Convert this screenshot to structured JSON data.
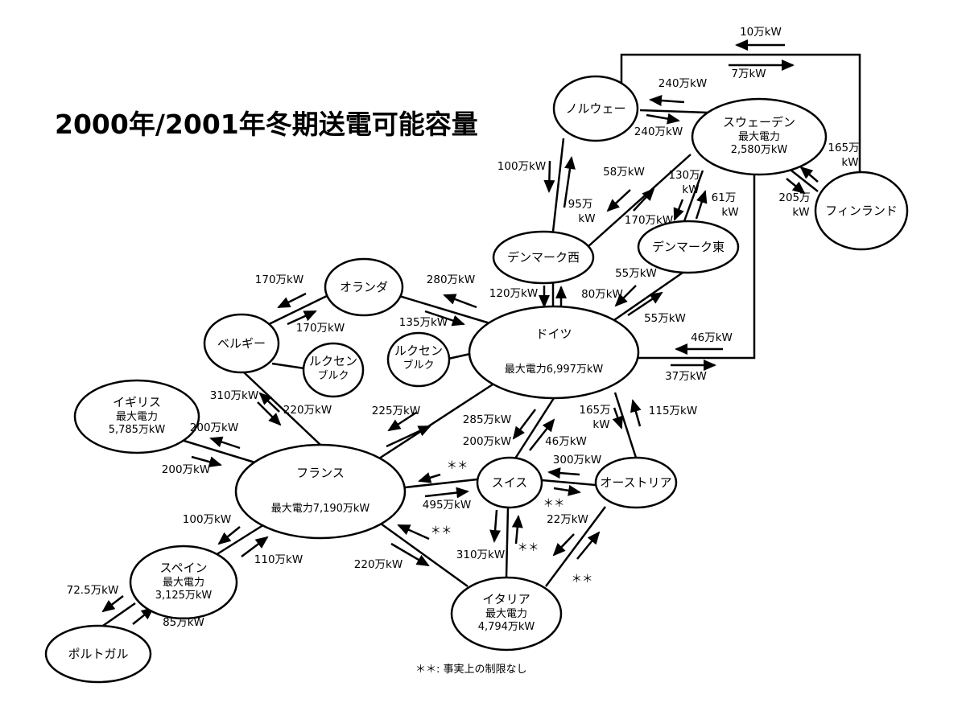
{
  "title": "2000年/2001年冬期送電可能容量",
  "footnote": "＊＊: 事実上の制限なし",
  "nodes": [
    {
      "id": "norway",
      "name": "ノルウェー",
      "sub": []
    },
    {
      "id": "sweden",
      "name": "スウェーデン",
      "sub": [
        "最大電力",
        "2,580万kW"
      ]
    },
    {
      "id": "finland",
      "name": "フィンランド",
      "sub": []
    },
    {
      "id": "denmark-west",
      "name": "デンマーク西",
      "sub": []
    },
    {
      "id": "denmark-east",
      "name": "デンマーク東",
      "sub": []
    },
    {
      "id": "netherlands",
      "name": "オランダ",
      "sub": []
    },
    {
      "id": "belgium",
      "name": "ベルギー",
      "sub": []
    },
    {
      "id": "luxembourg-1",
      "name": "ルクセン",
      "sub": [
        "ブルク"
      ]
    },
    {
      "id": "luxembourg-2",
      "name": "ルクセン",
      "sub": [
        "ブルク"
      ]
    },
    {
      "id": "germany",
      "name": "ドイツ",
      "sub": [
        "最大電力6,997万kW"
      ]
    },
    {
      "id": "uk",
      "name": "イギリス",
      "sub": [
        "最大電力",
        "5,785万kW"
      ]
    },
    {
      "id": "france",
      "name": "フランス",
      "sub": [
        "最大電力7,190万kW"
      ]
    },
    {
      "id": "switzerland",
      "name": "スイス",
      "sub": []
    },
    {
      "id": "austria",
      "name": "オーストリア",
      "sub": []
    },
    {
      "id": "italy",
      "name": "イタリア",
      "sub": [
        "最大電力",
        "4,794万kW"
      ]
    },
    {
      "id": "spain",
      "name": "スペイン",
      "sub": [
        "最大電力",
        "3,125万kW"
      ]
    },
    {
      "id": "portugal",
      "name": "ポルトガル",
      "sub": []
    }
  ],
  "flows": [
    [
      "10万kW"
    ],
    [
      "7万kW"
    ],
    [
      "240万kW"
    ],
    [
      "240万kW"
    ],
    [
      "100万kW"
    ],
    [
      "95万",
      "kW"
    ],
    [
      "58万kW"
    ],
    [
      "170万kW"
    ],
    [
      "130万",
      "kW"
    ],
    [
      "61万",
      "kW"
    ],
    [
      "165万",
      "kW"
    ],
    [
      "205万",
      "kW"
    ],
    [
      "120万kW"
    ],
    [
      "80万kW"
    ],
    [
      "55万kW"
    ],
    [
      "55万kW"
    ],
    [
      "46万kW"
    ],
    [
      "37万kW"
    ],
    [
      "170万kW"
    ],
    [
      "170万kW"
    ],
    [
      "280万kW"
    ],
    [
      "135万kW"
    ],
    [
      "310万kW"
    ],
    [
      "220万kW"
    ],
    [
      "200万kW"
    ],
    [
      "200万kW"
    ],
    [
      "225万kW"
    ],
    [
      "285万kW"
    ],
    [
      "200万kW"
    ],
    [
      "46万kW"
    ],
    [
      "165万",
      "kW"
    ],
    [
      "115万kW"
    ],
    [
      "300万kW"
    ],
    [
      "＊＊"
    ],
    [
      "495万kW"
    ],
    [
      "＊＊"
    ],
    [
      "22万kW"
    ],
    [
      "＊＊"
    ],
    [
      "310万kW"
    ],
    [
      "＊＊"
    ],
    [
      "＊＊"
    ],
    [
      "220万kW"
    ],
    [
      "100万kW"
    ],
    [
      "110万kW"
    ],
    [
      "72.5万kW"
    ],
    [
      "85万kW"
    ]
  ]
}
